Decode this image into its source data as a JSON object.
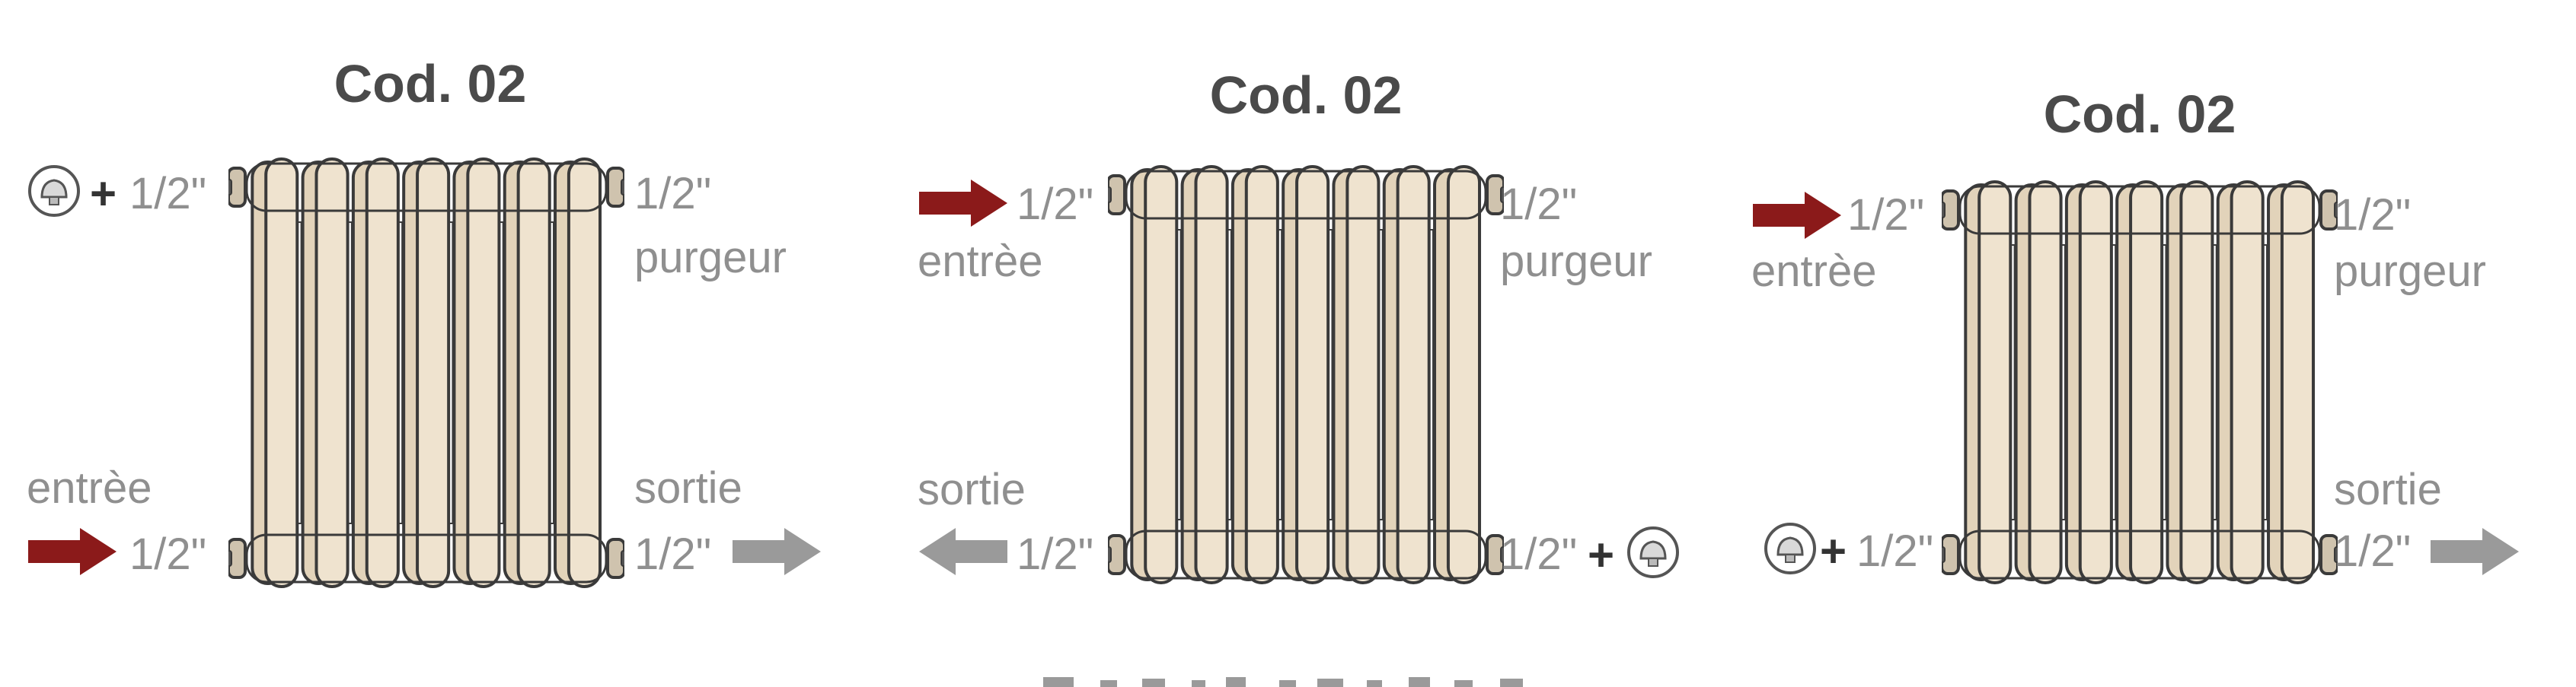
{
  "colors": {
    "radiator_fill": "#efe3cf",
    "radiator_stroke": "#3a3a3a",
    "inlet_arrow": "#8b1a1a",
    "outlet_arrow": "#9a9a9a",
    "label_text": "#8f8f8f",
    "title_text": "#4a4a4a"
  },
  "icons": {
    "thermostatic_valve": "valve-icon",
    "inlet": "red-arrow-right-icon",
    "outlet_left": "gray-arrow-left-icon",
    "outlet_right": "gray-arrow-right-icon"
  },
  "panels": [
    {
      "title": "Cod. 02",
      "top_left": {
        "plus": "+",
        "size": "1/2\""
      },
      "top_right": {
        "size": "1/2\"",
        "note": "purgeur"
      },
      "bottom_left": {
        "note": "entrèe",
        "size": "1/2\""
      },
      "bottom_right": {
        "note": "sortie",
        "size": "1/2\""
      }
    },
    {
      "title": "Cod. 02",
      "top_left": {
        "size": "1/2\"",
        "note": "entrèe"
      },
      "top_right": {
        "size": "1/2\"",
        "note": "purgeur"
      },
      "bottom_left": {
        "note": "sortie",
        "size": "1/2\""
      },
      "bottom_right": {
        "size": "1/2\"",
        "plus": "+"
      }
    },
    {
      "title": "Cod. 02",
      "top_left": {
        "size": "1/2\"",
        "note": "entrèe"
      },
      "top_right": {
        "size": "1/2\"",
        "note": "purgeur"
      },
      "bottom_left": {
        "plus": "+",
        "size": "1/2\""
      },
      "bottom_right": {
        "note": "sortie",
        "size": "1/2\""
      }
    }
  ]
}
